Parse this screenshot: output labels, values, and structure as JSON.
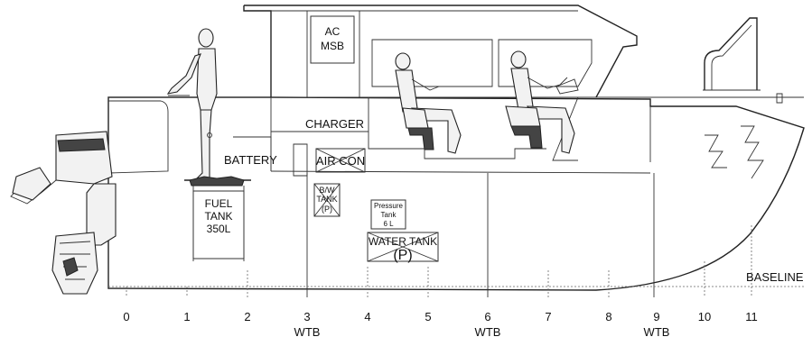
{
  "labels": {
    "ac": "AC",
    "msb": "MSB",
    "charger": "CHARGER",
    "battery": "BATTERY",
    "air_con": "AIR CON",
    "fuel_tank_1": "FUEL",
    "fuel_tank_2": "TANK",
    "fuel_tank_3": "350L",
    "bw_tank_1": "B/W",
    "bw_tank_2": "TANK",
    "bw_tank_3": "(P)",
    "pressure_1": "Pressure",
    "pressure_2": "Tank",
    "pressure_3": "6 L",
    "water_tank_1": "WATER TANK",
    "water_tank_2": "(P)",
    "baseline": "BASELINE"
  },
  "frames": [
    "0",
    "1",
    "2",
    "3",
    "4",
    "5",
    "6",
    "7",
    "8",
    "9",
    "10",
    "11"
  ],
  "wtb": [
    "WTB",
    "WTB",
    "WTB"
  ]
}
